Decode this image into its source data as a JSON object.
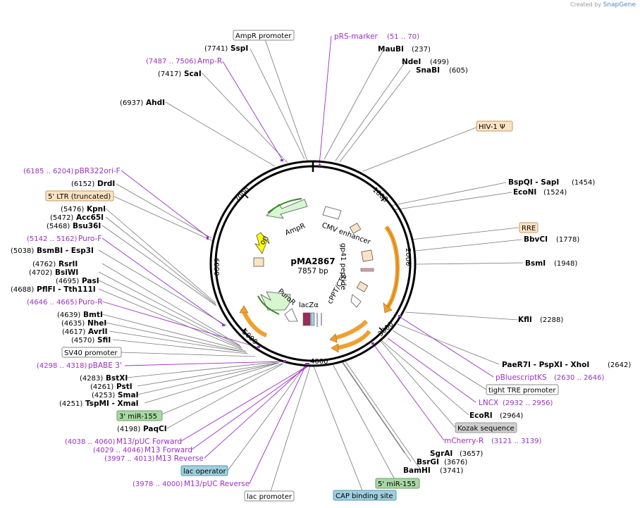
{
  "credit": {
    "prefix": "Created by",
    "brand": "SnapGene"
  },
  "plasmid": {
    "name": "pMA2867",
    "length_label": "7857 bp",
    "length": 7857
  },
  "ticks": [
    "1000",
    "2000",
    "3000",
    "4000",
    "5000",
    "6000",
    "7000"
  ],
  "sites": [
    {
      "name": "SspI",
      "pos": "(7741)",
      "side": "L"
    },
    {
      "name": "ScaI",
      "pos": "(7417)",
      "side": "L"
    },
    {
      "name": "AhdI",
      "pos": "(6937)",
      "side": "L"
    },
    {
      "name": "DrdI",
      "pos": "(6152)",
      "side": "L"
    },
    {
      "name": "KpnI",
      "pos": "(5476)",
      "side": "L"
    },
    {
      "name": "Acc65I",
      "pos": "(5472)",
      "side": "L"
    },
    {
      "name": "Bsu36I",
      "pos": "(5468)",
      "side": "L"
    },
    {
      "name": "BsmBI - Esp3I",
      "pos": "(5038)",
      "side": "L"
    },
    {
      "name": "RsrII",
      "pos": "(4762)",
      "side": "L"
    },
    {
      "name": "BsiWI",
      "pos": "(4702)",
      "side": "L"
    },
    {
      "name": "PasI",
      "pos": "(4695)",
      "side": "L"
    },
    {
      "name": "PflFI - Tth111I",
      "pos": "(4688)",
      "side": "L"
    },
    {
      "name": "BmtI",
      "pos": "(4639)",
      "side": "L"
    },
    {
      "name": "NheI",
      "pos": "(4635)",
      "side": "L"
    },
    {
      "name": "AvrII",
      "pos": "(4617)",
      "side": "L"
    },
    {
      "name": "SfiI",
      "pos": "(4570)",
      "side": "L"
    },
    {
      "name": "BstXI",
      "pos": "(4283)",
      "side": "L"
    },
    {
      "name": "PstI",
      "pos": "(4261)",
      "side": "L"
    },
    {
      "name": "SmaI",
      "pos": "(4253)",
      "side": "L"
    },
    {
      "name": "TspMI - XmaI",
      "pos": "(4251)",
      "side": "L"
    },
    {
      "name": "PaqCI",
      "pos": "(4198)",
      "side": "L"
    },
    {
      "name": "MauBI",
      "pos": "(237)",
      "side": "R"
    },
    {
      "name": "NdeI",
      "pos": "(499)",
      "side": "R"
    },
    {
      "name": "SnaBI",
      "pos": "(605)",
      "side": "R"
    },
    {
      "name": "BspQI - SapI",
      "pos": "(1454)",
      "side": "R"
    },
    {
      "name": "EcoNI",
      "pos": "(1524)",
      "side": "R"
    },
    {
      "name": "BbvCI",
      "pos": "(1778)",
      "side": "R"
    },
    {
      "name": "BsmI",
      "pos": "(1948)",
      "side": "R"
    },
    {
      "name": "KflI",
      "pos": "(2288)",
      "side": "R"
    },
    {
      "name": "PaeR7I - PspXI - XhoI",
      "pos": "(2642)",
      "side": "R"
    },
    {
      "name": "EcoRI",
      "pos": "(2964)",
      "side": "R"
    },
    {
      "name": "SgrAI",
      "pos": "(3657)",
      "side": "R"
    },
    {
      "name": "BsrGI",
      "pos": "(3676)",
      "side": "R"
    },
    {
      "name": "BamHI",
      "pos": "(3741)",
      "side": "R"
    }
  ],
  "primers": [
    {
      "name": "Amp-R",
      "range": "(7487 .. 7506)",
      "side": "L"
    },
    {
      "name": "pBR322ori-F",
      "range": "(6185 .. 6204)",
      "side": "L"
    },
    {
      "name": "Puro-F",
      "range": "(5142 .. 5162)",
      "side": "L"
    },
    {
      "name": "Puro-R",
      "range": "(4646 .. 4665)",
      "side": "L"
    },
    {
      "name": "pBABE 3'",
      "range": "(4298 .. 4318)",
      "side": "L"
    },
    {
      "name": "M13/pUC Forward",
      "range": "(4038 .. 4060)",
      "side": "L"
    },
    {
      "name": "M13 Forward",
      "range": "(4029 .. 4046)",
      "side": "L"
    },
    {
      "name": "M13 Reverse",
      "range": "(3997 .. 4013)",
      "side": "L"
    },
    {
      "name": "M13/pUC Reverse",
      "range": "(3978 .. 4000)",
      "side": "L"
    },
    {
      "name": "pRS-marker",
      "range": "(51 .. 70)",
      "side": "R"
    },
    {
      "name": "pBluescriptKS",
      "range": "(2630 .. 2646)",
      "side": "R"
    },
    {
      "name": "LNCX",
      "range": "(2932 .. 2956)",
      "side": "R"
    },
    {
      "name": "mCherry-R",
      "range": "(3121 .. 3139)",
      "side": "R"
    }
  ],
  "feature_labels": [
    {
      "text": "AmpR promoter",
      "style": "white"
    },
    {
      "text": "HIV-1 Ψ",
      "style": "orange"
    },
    {
      "text": "RRE",
      "style": "orange"
    },
    {
      "text": "5' LTR (truncated)",
      "style": "orange"
    },
    {
      "text": "SV40 promoter",
      "style": "white"
    },
    {
      "text": "3' miR-155",
      "style": "green"
    },
    {
      "text": "tight TRE promoter",
      "style": "white"
    },
    {
      "text": "Kozak sequence",
      "style": "gray"
    },
    {
      "text": "lac operator",
      "style": "blue"
    },
    {
      "text": "5' miR-155",
      "style": "green"
    },
    {
      "text": "lac promoter",
      "style": "white"
    },
    {
      "text": "CAP binding site",
      "style": "blue"
    }
  ],
  "inner_labels": [
    "AmpR",
    "ori",
    "CMV enhancer",
    "gp41 peptide",
    "cPPT/CTS",
    "PuroR",
    "lacZα"
  ],
  "colors": {
    "primer": "#9b2fc4",
    "orange_box": "#fde3c4",
    "green_box": "#a9d8a4",
    "blue_box": "#9fcfe0",
    "gray_box": "#cfcfcf",
    "arrow_green": "#d6f7d0",
    "arrow_yellow": "#ffff00",
    "arrow_white": "#ffffff",
    "orf_orange": "#f0a030"
  }
}
